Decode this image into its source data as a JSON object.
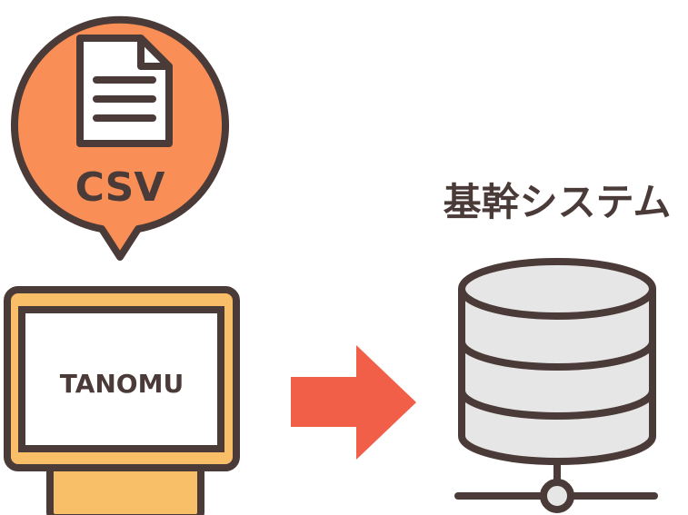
{
  "bubble": {
    "label": "CSV",
    "icon": "document-icon"
  },
  "monitor": {
    "screen_label": "TANOMU",
    "icon": "monitor-icon"
  },
  "arrow": {
    "icon": "arrow-right-icon"
  },
  "system": {
    "title": "基幹システム",
    "icon": "database-server-icon"
  },
  "colors": {
    "outline": "#4a3a38",
    "bubble_fill": "#f98f56",
    "monitor_fill": "#f8bf68",
    "arrow_fill": "#f25f48",
    "db_fill": "#e6e6e6",
    "white": "#ffffff"
  }
}
